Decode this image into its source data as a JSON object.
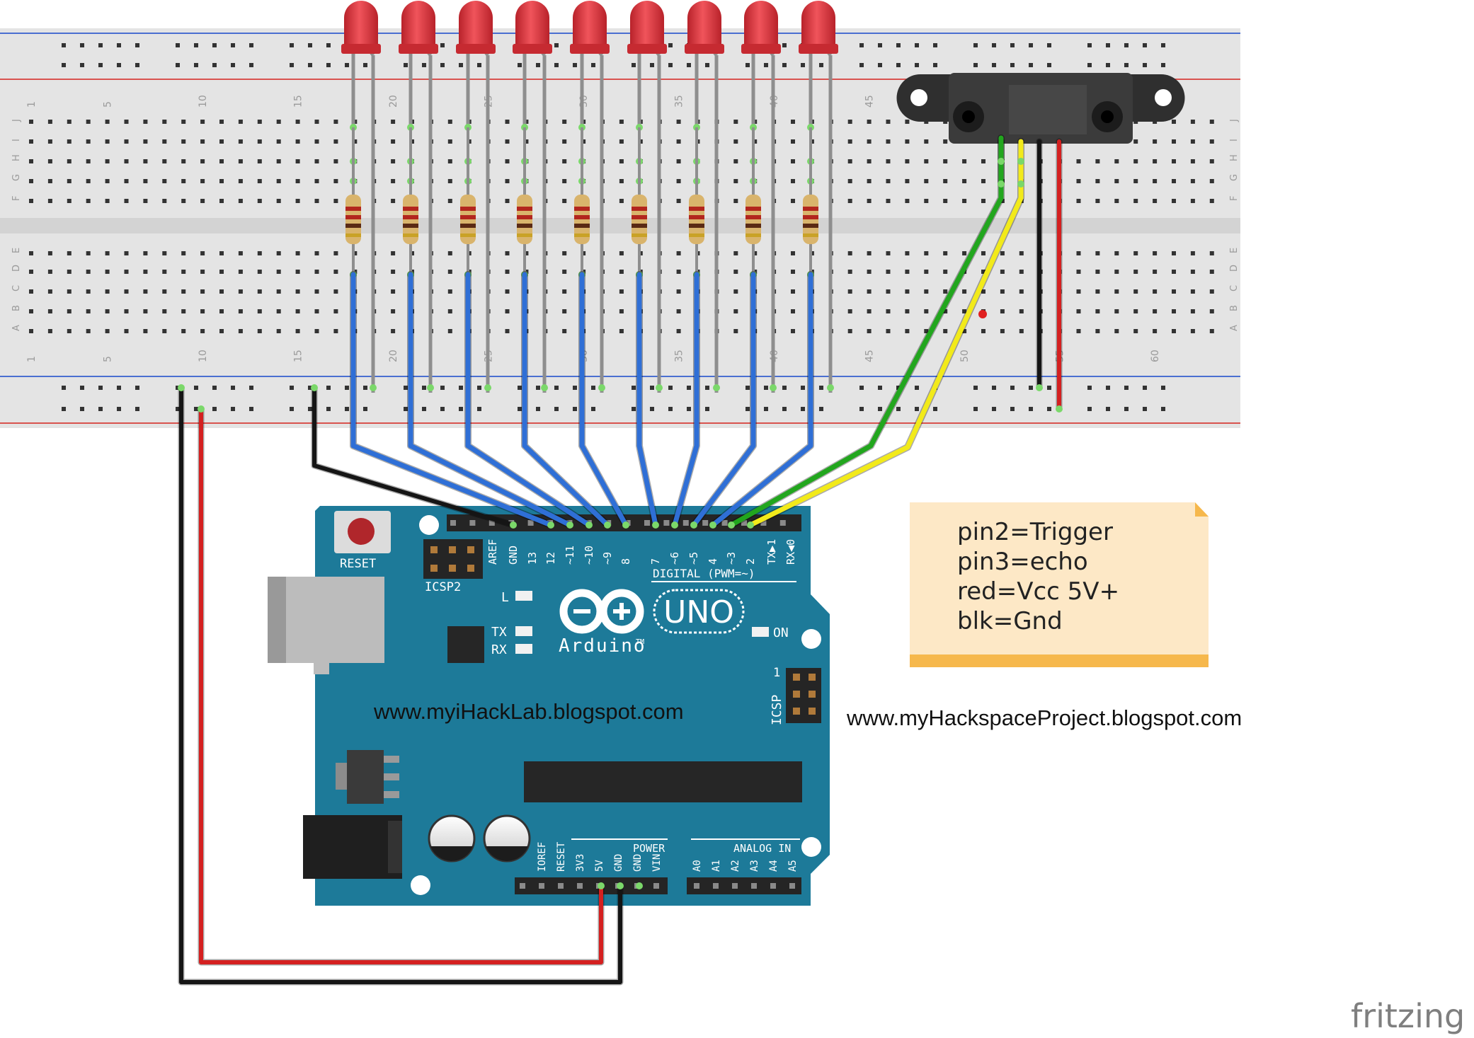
{
  "colors": {
    "board": "#1d7a99",
    "board_dark": "#15617b",
    "breadboard": "#e1e1e1",
    "rail_red": "#d9534f",
    "rail_blue": "#4a6fd1",
    "wire_blue": "#2f6fd6",
    "wire_green": "#22a61e",
    "wire_yellow": "#f2ea1a",
    "wire_red": "#d42020",
    "wire_black": "#151515",
    "led": "#e0333b",
    "note_bg": "#fde8c6",
    "note_edge": "#f6b84c"
  },
  "breadboard": {
    "column_numbers_top": [
      "1",
      "5",
      "10",
      "15",
      "20",
      "25",
      "30",
      "35",
      "40",
      "45",
      "50",
      "55",
      "60"
    ],
    "row_letters_top": [
      "J",
      "I",
      "H",
      "G",
      "F"
    ],
    "row_letters_bottom": [
      "E",
      "D",
      "C",
      "B",
      "A"
    ]
  },
  "arduino": {
    "reset_label": "RESET",
    "icsp2_label": "ICSP2",
    "icsp_label": "ICSP",
    "digital_label": "DIGITAL (PWM=~)",
    "led_l": "L",
    "led_tx": "TX",
    "led_rx": "RX",
    "led_on": "ON",
    "brand": "Arduino",
    "tm": "TM",
    "model": "UNO",
    "power_label": "POWER",
    "analog_label": "ANALOG IN",
    "icsp_pin1": "1",
    "digital_pins": [
      "AREF",
      "GND",
      "13",
      "12",
      "~11",
      "~10",
      "~9",
      "8",
      "7",
      "~6",
      "~5",
      "4",
      "~3",
      "2",
      "TX▶1",
      "RX◀0"
    ],
    "power_pins": [
      "IOREF",
      "RESET",
      "3V3",
      "5V",
      "GND",
      "GND",
      "VIN"
    ],
    "analog_pins": [
      "A0",
      "A1",
      "A2",
      "A3",
      "A4",
      "A5"
    ],
    "url": "www.myiHackLab.blogspot.com"
  },
  "note": {
    "lines": [
      "pin2=Trigger",
      "pin3=echo",
      "red=Vcc 5V+",
      "blk=Gnd"
    ]
  },
  "url_right": "www.myHackspaceProject.blogspot.com",
  "watermark": "fritzing"
}
